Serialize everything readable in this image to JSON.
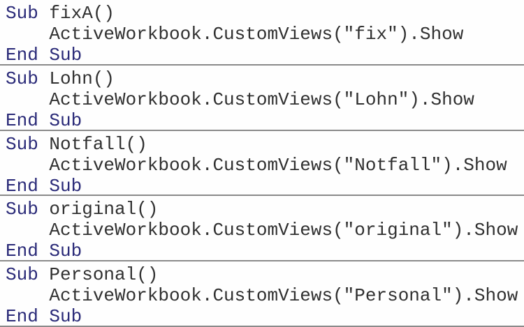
{
  "editor": {
    "language": "VBA",
    "colors": {
      "keyword": "#2a2a78",
      "code": "#303030",
      "separator": "#8a8a8a",
      "background": "#fefefe"
    },
    "blocks": [
      {
        "header_keyword": "Sub",
        "header_rest": " fixA()",
        "body": "    ActiveWorkbook.CustomViews(\"fix\").Show",
        "footer_keyword": "End Sub"
      },
      {
        "header_keyword": "Sub",
        "header_rest": " Lohn()",
        "body": "    ActiveWorkbook.CustomViews(\"Lohn\").Show",
        "footer_keyword": "End Sub"
      },
      {
        "header_keyword": "Sub",
        "header_rest": " Notfall()",
        "body": "    ActiveWorkbook.CustomViews(\"Notfall\").Show",
        "footer_keyword": "End Sub"
      },
      {
        "header_keyword": "Sub",
        "header_rest": " original()",
        "body": "    ActiveWorkbook.CustomViews(\"original\").Show",
        "footer_keyword": "End Sub"
      },
      {
        "header_keyword": "Sub",
        "header_rest": " Personal()",
        "body": "    ActiveWorkbook.CustomViews(\"Personal\").Show",
        "footer_keyword": "End Sub"
      }
    ]
  }
}
